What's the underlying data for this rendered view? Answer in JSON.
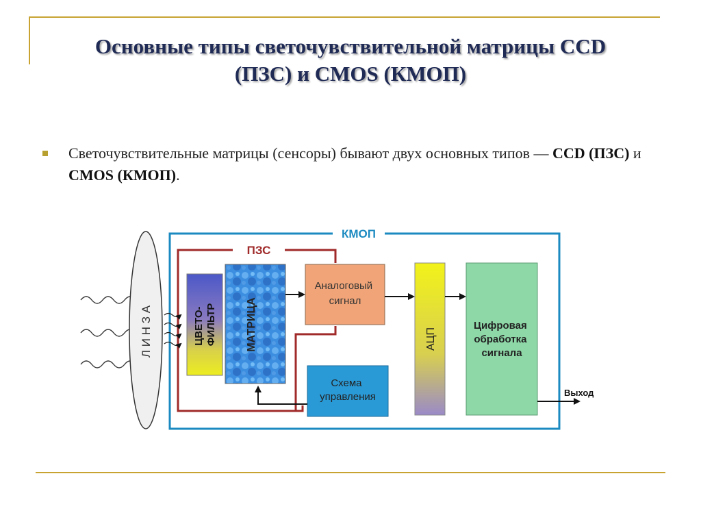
{
  "title": {
    "line1": "Основные типы светочувствительной матрицы CCD",
    "line2": "(ПЗС) и CMOS (КМОП)"
  },
  "bullet": {
    "text_before": "Светочувствительные матрицы (сенсоры) бывают двух основных типов — ",
    "bold1": "CCD (ПЗС)",
    "connector": " и ",
    "bold2": "CMOS (КМОП)",
    "end": "."
  },
  "diagram": {
    "cmos_label": "КМОП",
    "ccd_label": "ПЗС",
    "lens_label": "Л И Н З А",
    "color_filter_line1": "ЦВЕТО-",
    "color_filter_line2": "ФИЛЬТР",
    "matrix_label": "МАТРИЦА",
    "analog_line1": "Аналоговый",
    "analog_line2": "сигнал",
    "adc_label": "АЦП",
    "digital_line1": "Цифровая",
    "digital_line2": "обработка",
    "digital_line3": "сигнала",
    "control_line1": "Схема",
    "control_line2": "управления",
    "output_label": "Выход"
  },
  "colors": {
    "title": "#1f2a55",
    "gold_rule": "#c8a332",
    "bullet": "#b8a030",
    "cmos_frame": "#1b8ac0",
    "ccd_frame": "#a02a2a",
    "analog_box": "#f0a478",
    "control_box": "#2a9ad6",
    "digital_box": "#8ed8a8"
  }
}
